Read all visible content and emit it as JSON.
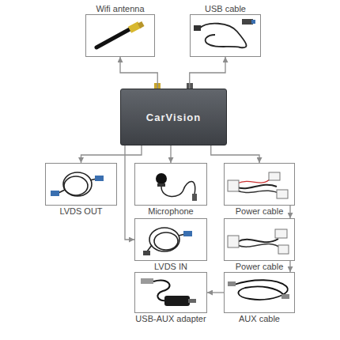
{
  "diagram": {
    "nodes": [
      {
        "text": [
          "Wifi antenna"
        ]
      },
      {
        "text": [
          "USB cable"
        ]
      },
      {
        "text": [
          "CarVision"
        ]
      },
      {
        "text": [
          "LVDS OUT"
        ]
      },
      {
        "text": [
          "Microphone"
        ]
      },
      {
        "text": [
          "Power cable"
        ]
      },
      {
        "text": [
          "LVDS IN"
        ]
      },
      {
        "text": [
          "Power cable"
        ]
      },
      {
        "text": [
          "USB-AUX adapter"
        ]
      },
      {
        "text": [
          "AUX cable"
        ]
      }
    ],
    "edges": [
      {
        "from": 2,
        "to": 0,
        "arrow": "to"
      },
      {
        "from": 2,
        "to": 1,
        "arrow": "to"
      },
      {
        "from": 2,
        "to": 3,
        "arrow": "to"
      },
      {
        "from": 2,
        "to": 4,
        "arrow": "to"
      },
      {
        "from": 2,
        "to": 5,
        "arrow": "to"
      },
      {
        "from": 2,
        "to": 6,
        "arrow": "to"
      },
      {
        "from": 5,
        "to": 7,
        "arrow": "to"
      },
      {
        "from": 7,
        "to": 9,
        "arrow": "to"
      },
      {
        "from": 9,
        "to": 8,
        "arrow": "to"
      }
    ]
  }
}
